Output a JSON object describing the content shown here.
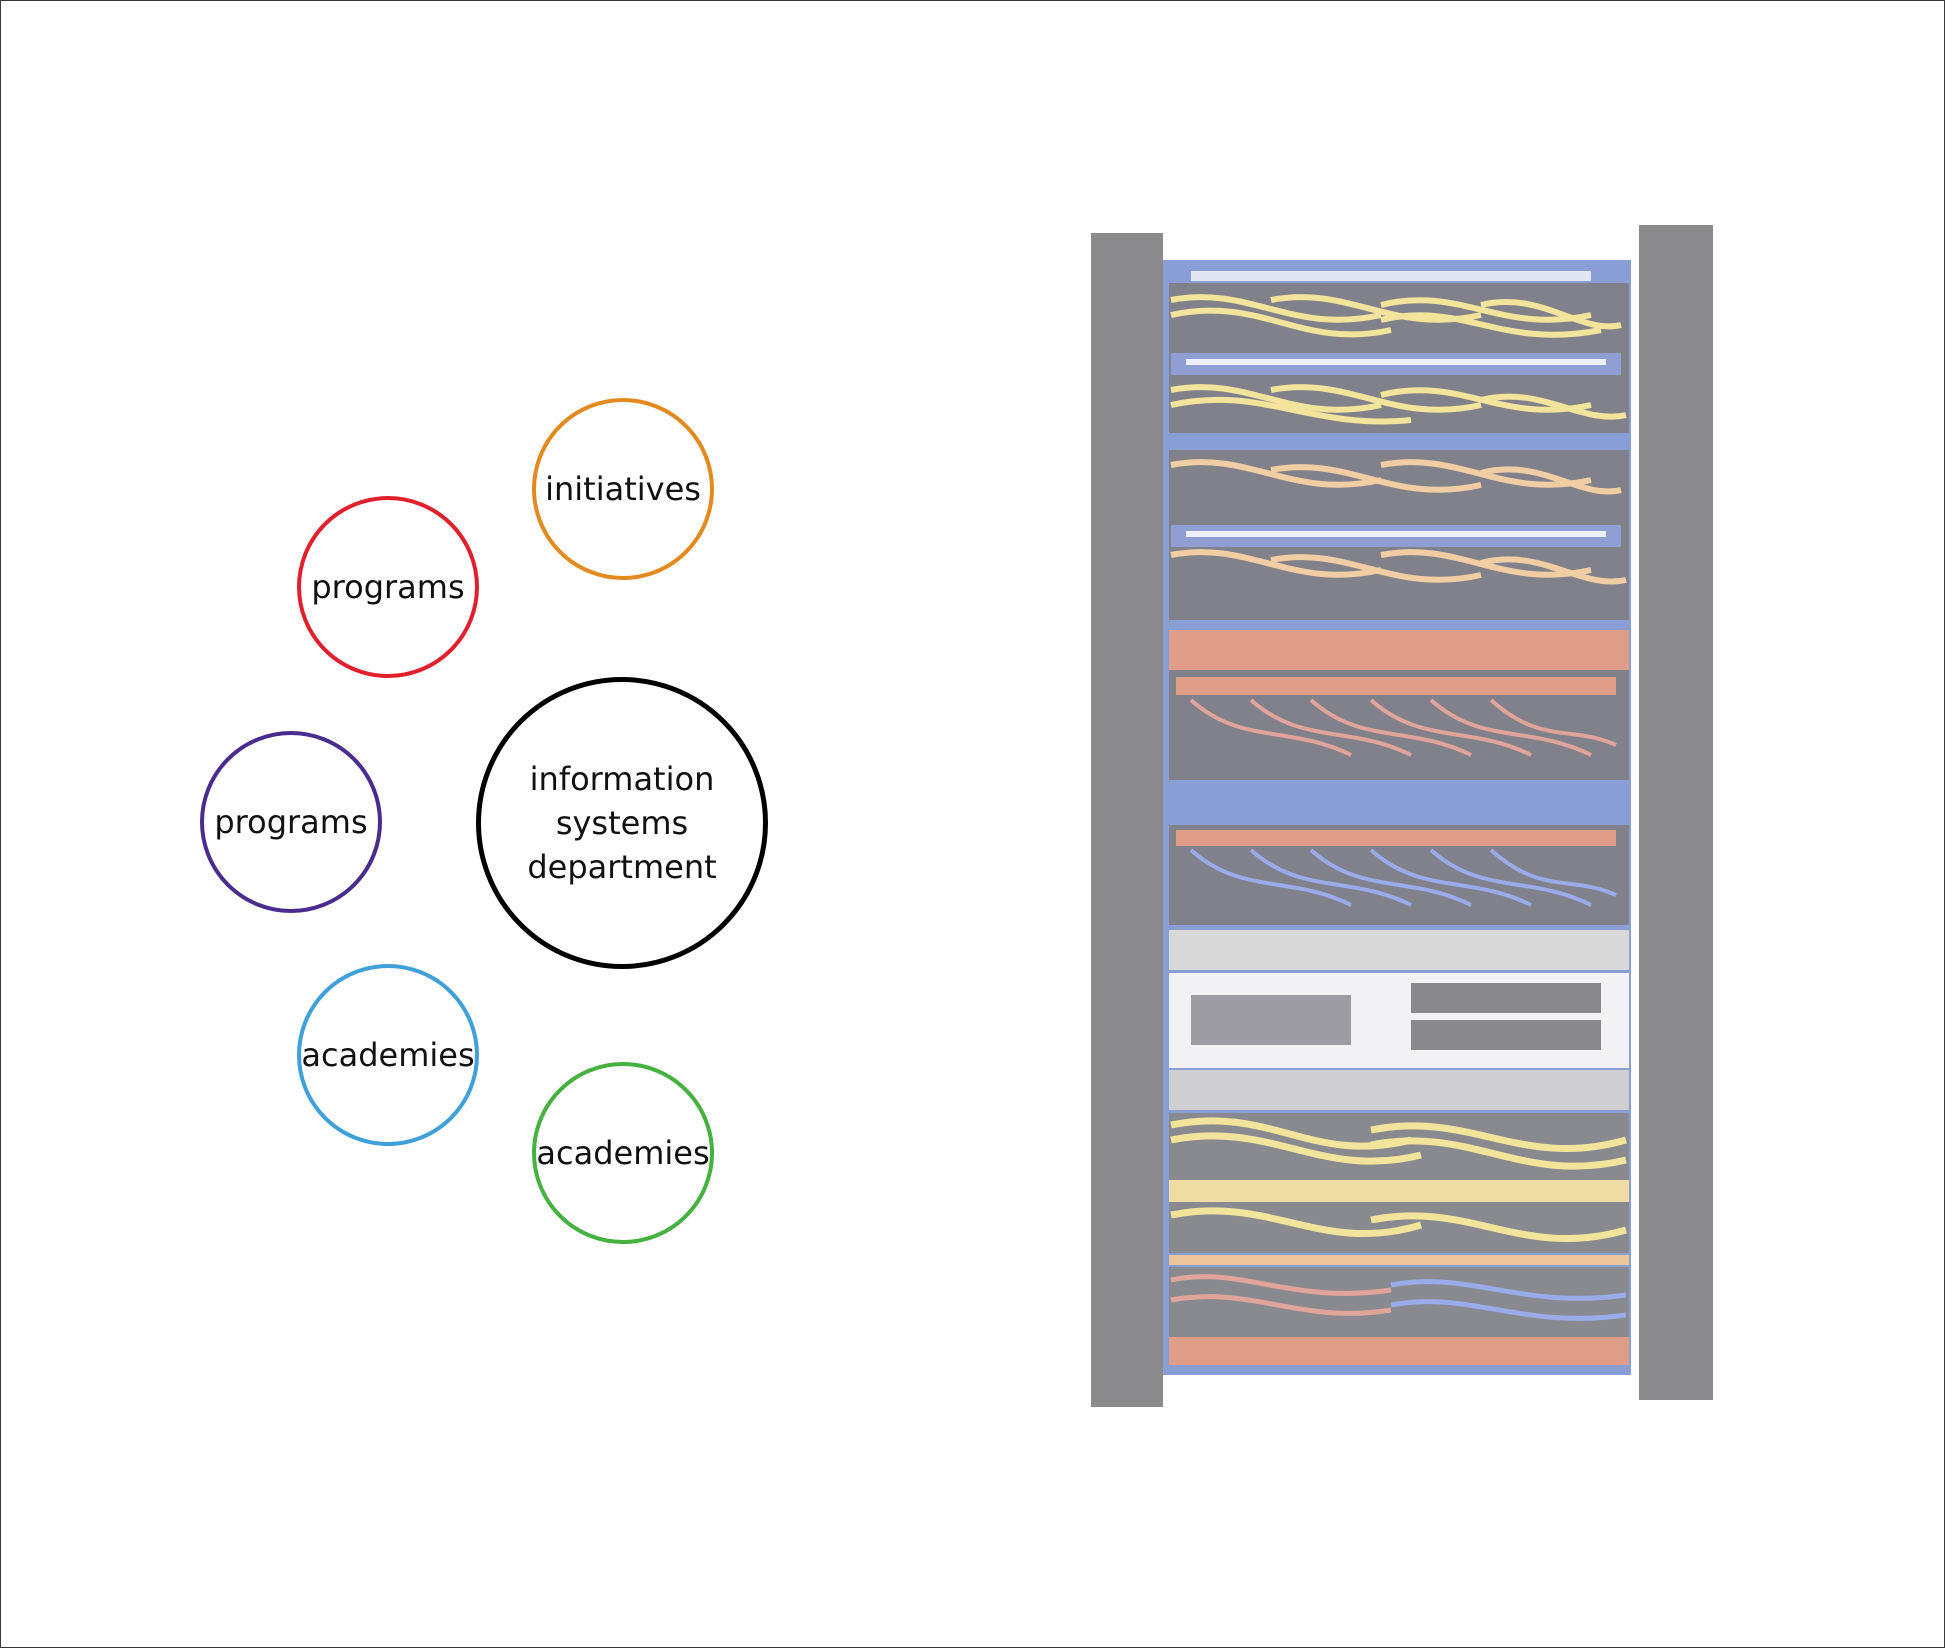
{
  "diagram": {
    "center": {
      "lines": [
        "information",
        "systems",
        "department"
      ],
      "color": "#000000"
    },
    "nodes": [
      {
        "id": "initiatives",
        "label": "initiatives",
        "color": "#e38a1e"
      },
      {
        "id": "programs-red",
        "label": "programs",
        "color": "#e21f2d"
      },
      {
        "id": "programs-purple",
        "label": "programs",
        "color": "#4a2c8f"
      },
      {
        "id": "academies-blue",
        "label": "academies",
        "color": "#3fa0da"
      },
      {
        "id": "academies-green",
        "label": "academies",
        "color": "#45b13f"
      }
    ]
  },
  "image": {
    "subject": "server-rack-photo"
  }
}
